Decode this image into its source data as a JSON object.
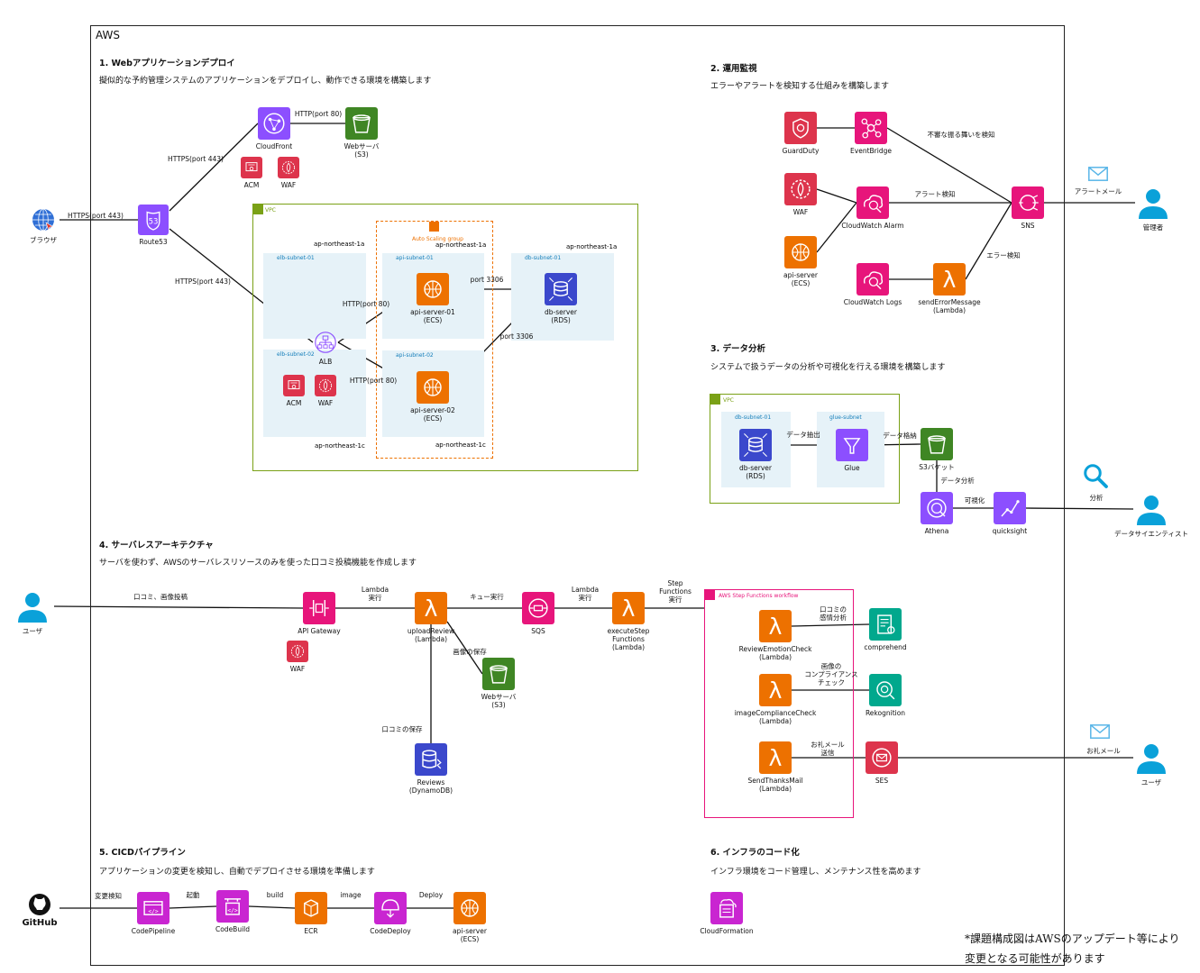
{
  "aws_title": "AWS",
  "colors": {
    "compute": "#ed7100",
    "network": "#8c4fff",
    "storage": "#3f8624",
    "security": "#dd344c",
    "integration": "#e7157b",
    "database": "#3b48cc",
    "ml": "#01a88d",
    "devtools": "#c925d1",
    "vpc": "#7aa116",
    "subnet_bg": "#e6f2f8",
    "subnet_label": "#147eba",
    "asg": "#ed7100",
    "stepfn": "#e7157b",
    "user": "#0aa1d9"
  },
  "sections": {
    "s1": {
      "title": "1. Webアプリケーションデプロイ",
      "desc": "擬似的な予約管理システムのアプリケーションをデプロイし、動作できる環境を構築します"
    },
    "s2": {
      "title": "2. 運用監視",
      "desc": "エラーやアラートを検知する仕組みを構築します"
    },
    "s3": {
      "title": "3. データ分析",
      "desc": "システムで扱うデータの分析や可視化を行える環境を構築します"
    },
    "s4": {
      "title": "4. サーバレスアーキテクチャ",
      "desc": "サーバを使わず、AWSのサーバレスリソースのみを使った口コミ投稿機能を作成します"
    },
    "s5": {
      "title": "5. CICDパイプライン",
      "desc": "アプリケーションの変更を検知し、自動でデプロイさせる環境を準備します"
    },
    "s6": {
      "title": "6. インフラのコード化",
      "desc": "インフラ環境をコード管理し、メンテナンス性を高めます"
    }
  },
  "icons": {
    "browser": {
      "label": "ブラウザ",
      "icon": "globe-icon"
    },
    "route53": {
      "label": "Route53",
      "icon": "route53-icon"
    },
    "cloudfront": {
      "label": "CloudFront",
      "icon": "cloudfront-icon"
    },
    "s3web": {
      "label": "Webサーバ\n(S3)",
      "icon": "bucket-icon"
    },
    "acm1": {
      "label": "ACM",
      "icon": "certificate-icon"
    },
    "waf1": {
      "label": "WAF",
      "icon": "waf-icon"
    },
    "alb": {
      "label": "ALB",
      "icon": "load-balancer-icon"
    },
    "acm2": {
      "label": "ACM",
      "icon": "certificate-icon"
    },
    "waf2": {
      "label": "WAF",
      "icon": "waf-icon"
    },
    "api1": {
      "label": "api-server-01\n(ECS)",
      "icon": "ecs-icon"
    },
    "api2": {
      "label": "api-server-02\n(ECS)",
      "icon": "ecs-icon"
    },
    "rds1": {
      "label": "db-server\n(RDS)",
      "icon": "rds-icon"
    },
    "guardduty": {
      "label": "GuardDuty",
      "icon": "guardduty-icon"
    },
    "eventbridge": {
      "label": "EventBridge",
      "icon": "eventbridge-icon"
    },
    "waf3": {
      "label": "WAF",
      "icon": "waf-icon"
    },
    "cwalarm": {
      "label": "CloudWatch Alarm",
      "icon": "cloudwatch-icon"
    },
    "apiecs": {
      "label": "api-server\n(ECS)",
      "icon": "ecs-icon"
    },
    "sns": {
      "label": "SNS",
      "icon": "sns-icon"
    },
    "cwlogs": {
      "label": "CloudWatch Logs",
      "icon": "cloudwatch-icon"
    },
    "senderr": {
      "label": "sendErrorMessage\n(Lambda)",
      "icon": "lambda-icon"
    },
    "admin": {
      "label": "管理者",
      "icon": "user-icon"
    },
    "rds2": {
      "label": "db-server\n(RDS)",
      "icon": "rds-icon"
    },
    "glue": {
      "label": "Glue",
      "icon": "glue-icon"
    },
    "s3bucket": {
      "label": "S3バケット",
      "icon": "bucket-icon"
    },
    "athena": {
      "label": "Athena",
      "icon": "athena-icon"
    },
    "quicksight": {
      "label": "quicksight",
      "icon": "quicksight-icon"
    },
    "datasci": {
      "label": "データサイエンティスト",
      "icon": "user-icon"
    },
    "user1": {
      "label": "ユーザ",
      "icon": "user-icon"
    },
    "apigw": {
      "label": "API Gateway",
      "icon": "api-gateway-icon"
    },
    "waf4": {
      "label": "WAF",
      "icon": "waf-icon"
    },
    "upload": {
      "label": "uploadReview\n(Lambda)",
      "icon": "lambda-icon"
    },
    "sqs": {
      "label": "SQS",
      "icon": "sqs-icon"
    },
    "execstep": {
      "label": "executeStep\nFunctions\n(Lambda)",
      "icon": "lambda-icon"
    },
    "s3web2": {
      "label": "Webサーバ\n(S3)",
      "icon": "bucket-icon"
    },
    "dynamo": {
      "label": "Reviews\n(DynamoDB)",
      "icon": "dynamodb-icon"
    },
    "revemo": {
      "label": "ReviewEmotionCheck\n(Lambda)",
      "icon": "lambda-icon"
    },
    "comprehend": {
      "label": "comprehend",
      "icon": "comprehend-icon"
    },
    "imgcomp": {
      "label": "imageComplianceCheck\n(Lambda)",
      "icon": "lambda-icon"
    },
    "rekognition": {
      "label": "Rekognition",
      "icon": "rekognition-icon"
    },
    "thanks": {
      "label": "SendThanksMail\n(Lambda)",
      "icon": "lambda-icon"
    },
    "ses": {
      "label": "SES",
      "icon": "ses-icon"
    },
    "user2": {
      "label": "ユーザ",
      "icon": "user-icon"
    },
    "github": {
      "label": "GitHub",
      "icon": "github-icon"
    },
    "codepipeline": {
      "label": "CodePipeline",
      "icon": "codepipeline-icon"
    },
    "codebuild": {
      "label": "CodeBuild",
      "icon": "codebuild-icon"
    },
    "ecr": {
      "label": "ECR",
      "icon": "ecr-icon"
    },
    "codedeploy": {
      "label": "CodeDeploy",
      "icon": "codedeploy-icon"
    },
    "apiecs2": {
      "label": "api-server\n(ECS)",
      "icon": "ecs-icon"
    },
    "cfn": {
      "label": "CloudFormation",
      "icon": "cloudformation-icon"
    },
    "magnifier": {
      "label": "",
      "icon": "search-icon"
    },
    "mail1": {
      "label": "",
      "icon": "mail-icon"
    },
    "mail2": {
      "label": "",
      "icon": "mail-icon"
    }
  },
  "edges": {
    "browser_route53": "HTTPS(port 443)",
    "route53_cf": "HTTPS(port 443)",
    "cf_s3": "HTTP(port 80)",
    "route53_alb": "HTTPS(port 443)",
    "alb_api1": "HTTP(port 80)",
    "alb_api2": "HTTP(port 80)",
    "api1_rds": "port 3306",
    "api2_rds": "port 3306",
    "eb_sns": "不審な振る舞いを検知",
    "alarm_sns": "アラート検知",
    "err_sns": "エラー検知",
    "sns_admin": "アラートメール",
    "rds_glue": "データ抽出",
    "glue_s3": "データ格納",
    "s3_athena": "データ分析",
    "athena_qs": "可視化",
    "qs_ds": "分析",
    "user_apigw": "口コミ、画像投稿",
    "apigw_upload": "Lambda\n実行",
    "upload_sqs": "キュー実行",
    "sqs_exec": "Lambda\n実行",
    "exec_sf": "Step\nFunctions\n実行",
    "upload_s3": "画像の保存",
    "upload_dynamo": "口コミの保存",
    "rev_comp": "口コミの\n感情分析",
    "img_rek": "画像の\nコンプライアンス\nチェック",
    "thanks_ses": "お礼メール\n送信",
    "ses_user": "お礼メール",
    "gh_cp": "変更検知",
    "cp_cb": "起動",
    "cb_ecr": "build",
    "ecr_cd": "image",
    "cd_api": "Deploy"
  },
  "groups": {
    "vpc1": "VPC",
    "vpc2": "VPC",
    "asg": "Auto Scaling group",
    "sfwork": "AWS Step Functions workflow",
    "elb1": "elb-subnet-01",
    "elb2": "elb-subnet-02",
    "apis1": "api-subnet-01",
    "apis2": "api-subnet-02",
    "dbs1": "db-subnet-01",
    "dbs2": "db-subnet-01",
    "glues": "glue-subnet",
    "az1a_1": "ap-northeast-1a",
    "az1a_2": "ap-northeast-1a",
    "az1a_3": "ap-northeast-1a",
    "az1c_1": "ap-northeast-1c",
    "az1c_2": "ap-northeast-1c"
  },
  "footnote": {
    "line1": "*課題構成図はAWSのアップデート等により",
    "line2": "変更となる可能性があります"
  }
}
